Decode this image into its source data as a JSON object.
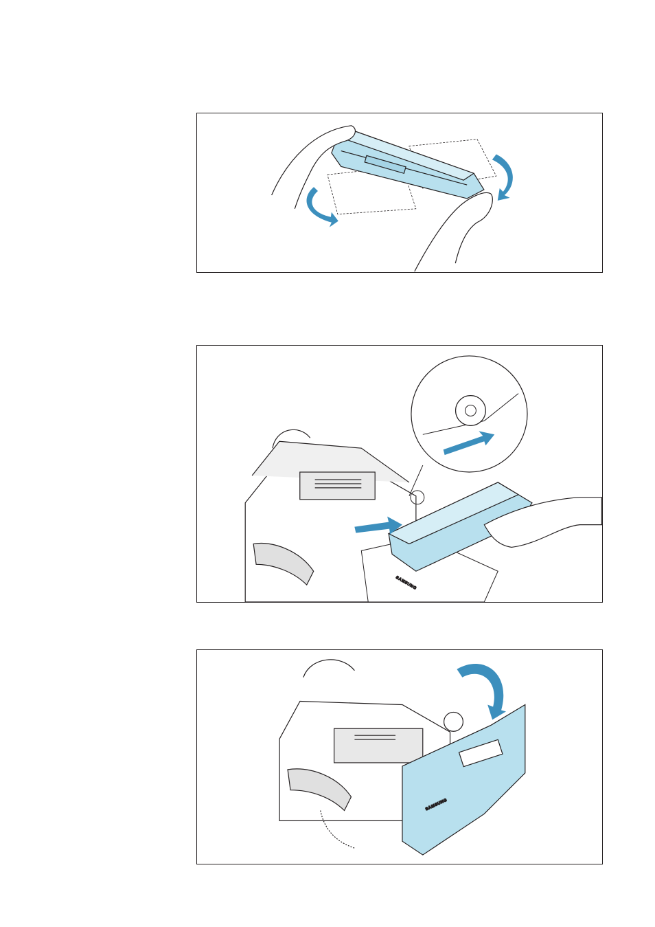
{
  "page": {
    "background": "#ffffff"
  },
  "colors": {
    "accent": "#b8e0ee",
    "arrow": "#3c8fbd",
    "line": "#231f20"
  },
  "figures": [
    {
      "id": "shake-toner-cartridge",
      "icon": "hands-rocking-cartridge"
    },
    {
      "id": "insert-toner-cartridge",
      "icon": "cartridge-insert-with-callout"
    },
    {
      "id": "close-front-cover",
      "icon": "front-cover-closing"
    }
  ],
  "device": {
    "brand_label": "SAMSUNG"
  }
}
